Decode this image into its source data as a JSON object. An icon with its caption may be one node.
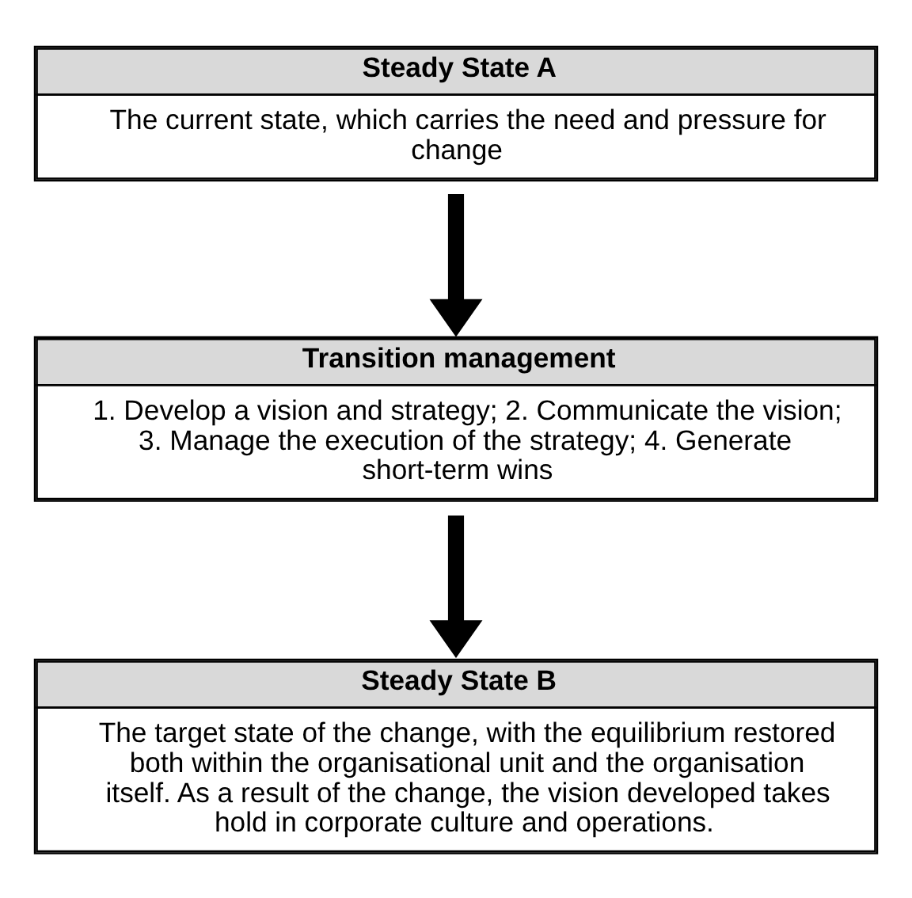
{
  "diagram": {
    "nodes": [
      {
        "text": [
          "Steady State A",
          "The current state, which carries the need and pressure for change"
        ]
      },
      {
        "text": [
          "Transition management",
          "1. Develop a vision and strategy; 2. Communicate the vision; 3. Manage the execution of the strategy; 4. Generate short-term wins"
        ]
      },
      {
        "text": [
          "Steady State B",
          "The target state of the change, with the equilibrium restored both within the organisational unit and the organisation itself. As a result of the change, the vision developed takes hold in corporate culture and operations."
        ]
      }
    ],
    "edges": [
      {
        "from": 0,
        "to": 1,
        "arrow": "to"
      },
      {
        "from": 1,
        "to": 2,
        "arrow": "to"
      }
    ]
  }
}
